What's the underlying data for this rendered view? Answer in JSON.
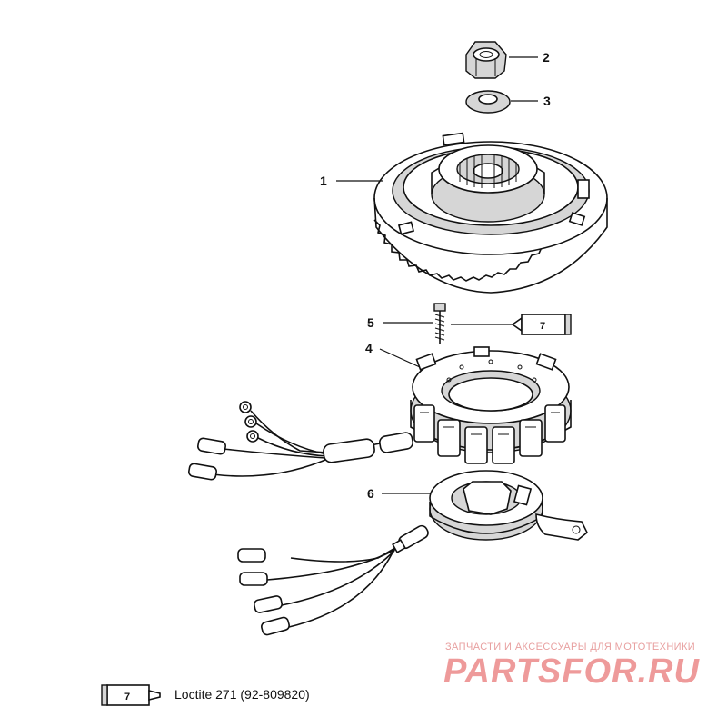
{
  "callouts": [
    "1",
    "2",
    "3",
    "4",
    "5",
    "6"
  ],
  "sealant_tube_number": "7",
  "legend": {
    "tube_number": "7",
    "text": "Loctite 271 (92-809820)"
  },
  "watermark": {
    "tagline": "ЗАПЧАСТИ И АКСЕССУАРЫ ДЛЯ МОТОТЕХНИКИ",
    "logo": "PARTSFOR.RU"
  }
}
